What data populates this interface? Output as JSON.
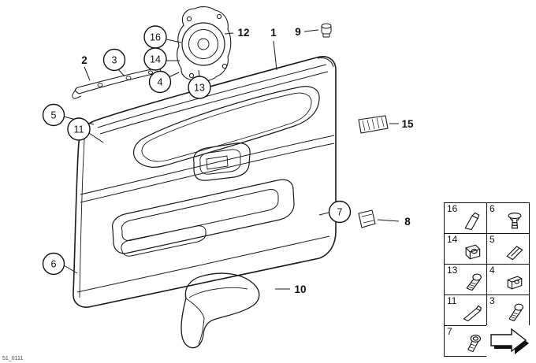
{
  "diagram": {
    "code": "51_0111"
  },
  "callouts": {
    "n1": {
      "label": "1"
    },
    "n2": {
      "label": "2"
    },
    "n3": {
      "label": "3"
    },
    "n4": {
      "label": "4"
    },
    "n5": {
      "label": "5"
    },
    "n6": {
      "label": "6"
    },
    "n7": {
      "label": "7"
    },
    "n8": {
      "label": "8"
    },
    "n9": {
      "label": "9"
    },
    "n10": {
      "label": "10"
    },
    "n11": {
      "label": "11"
    },
    "n12": {
      "label": "12"
    },
    "n13": {
      "label": "13"
    },
    "n14": {
      "label": "14"
    },
    "n15": {
      "label": "15"
    },
    "n16": {
      "label": "16"
    }
  },
  "legend": {
    "cells": [
      {
        "label": "16",
        "icon": "expanding-clip-icon"
      },
      {
        "label": "6",
        "icon": "plug-grommet-icon"
      },
      {
        "label": "14",
        "icon": "clip-nut-icon"
      },
      {
        "label": "5",
        "icon": "spring-clip-icon"
      },
      {
        "label": "13",
        "icon": "torx-screw-icon"
      },
      {
        "label": "4",
        "icon": "sheetmetal-nut-icon"
      },
      {
        "label": "11",
        "icon": "clamp-bracket-icon"
      },
      {
        "label": "3",
        "icon": "screw-icon"
      },
      {
        "label": "7",
        "icon": "washer-screw-icon"
      },
      {
        "label": "",
        "icon": "direction-arrow-icon"
      }
    ]
  }
}
